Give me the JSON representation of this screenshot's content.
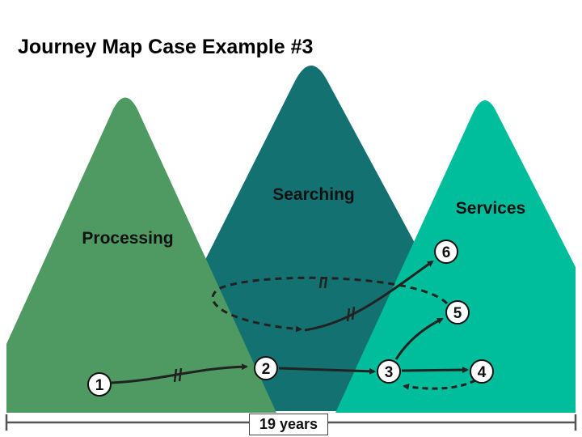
{
  "title": "Journey Map Case Example #3",
  "stages": [
    {
      "label": "Processing",
      "color": "#4e9a62"
    },
    {
      "label": "Searching",
      "color": "#147172"
    },
    {
      "label": "Services",
      "color": "#00bd9b"
    }
  ],
  "steps": [
    "1",
    "2",
    "3",
    "4",
    "5",
    "6"
  ],
  "timeline": {
    "label": "19 years"
  }
}
